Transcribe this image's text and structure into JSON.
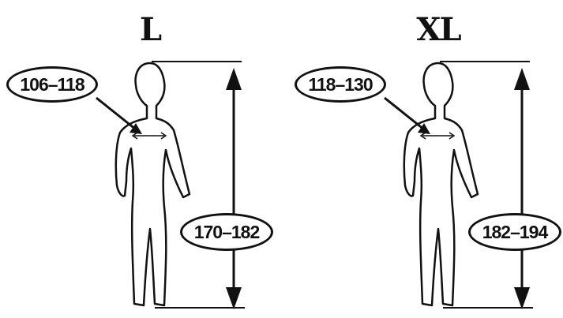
{
  "diagram": {
    "panels": [
      {
        "size": "L",
        "chest_range": "106–118",
        "height_range": "170–182"
      },
      {
        "size": "XL",
        "chest_range": "118–130",
        "height_range": "182–194"
      }
    ]
  },
  "colors": {
    "ink": "#111111",
    "background": "#ffffff"
  }
}
